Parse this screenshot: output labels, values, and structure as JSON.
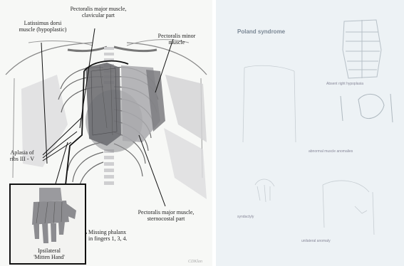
{
  "left": {
    "labels": {
      "latissimus": "Latissimus dorsi\nmuscle (hypoplastic)",
      "pec_major_clav": "Pectoralis major muscle,\nclavicular part",
      "pec_minor": "Pectoralis minor\nmuscle",
      "aplasia": "Aplasia of\nribs III - V",
      "pec_major_stern": "Pectoralis major muscle,\nsternocostal part",
      "missing": "Missing phalanx\nin fingers 1, 3, 4.",
      "hand": "Ipsilateral\n'Mitten Hand'",
      "signature": "CDKlan"
    }
  },
  "right": {
    "title": "Poland syndrome",
    "labels": {
      "top_right": "Absent right hypoplasia",
      "middle_right": "abnormal muscle anomalies",
      "bottom_left": "syndactyly",
      "bottom_center": "unilateral anomaly"
    }
  },
  "colors": {
    "ink": "#222222",
    "muscle_dark": "#6e6e72",
    "muscle_mid": "#a9a9ad",
    "muscle_light": "#c9c9cc",
    "spine": "#cfcfd1",
    "right_bg": "#edf2f5",
    "right_sketch": "#b7c0c7"
  }
}
